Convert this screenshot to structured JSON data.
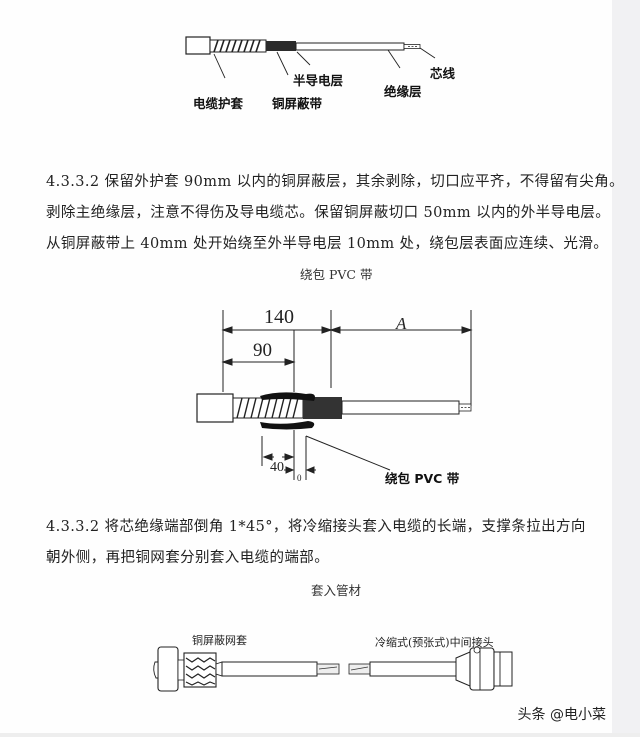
{
  "figure1": {
    "labels": {
      "jacket": "电缆护套",
      "copper_shield": "铜屏蔽带",
      "semiconductor": "半导电层",
      "insulation": "绝缘层",
      "core": "芯线"
    }
  },
  "section1": {
    "lines": [
      "4.3.3.2 保留外护套 90mm 以内的铜屏蔽层，其余剥除，切口应平齐，不得留有尖角。",
      "剥除主绝缘层，注意不得伤及导电缆芯。保留铜屏蔽切口 50mm 以内的外半导电层。",
      "从铜屏蔽带上 40mm 处开始绕至外半导电层 10mm 处，绕包层表面应连续、光滑。"
    ]
  },
  "figure2": {
    "caption": "绕包 PVC 带",
    "dimensions": {
      "d140": "140",
      "dA": "A",
      "d90": "90",
      "d40": "40",
      "d10": "0"
    },
    "pvc_label": "绕包 PVC 带"
  },
  "section2": {
    "lines": [
      "4.3.3.2 将芯绝缘端部倒角 1*45°，将冷缩接头套入电缆的长端，支撑条拉出方向",
      "朝外侧，再把铜网套分别套入电缆的端部。"
    ]
  },
  "figure3": {
    "caption": "套入管材",
    "labels": {
      "mesh": "铜屏蔽网套",
      "joint": "冷缩式(预张式)中间接头"
    }
  },
  "watermark": "头条 @电小菜"
}
